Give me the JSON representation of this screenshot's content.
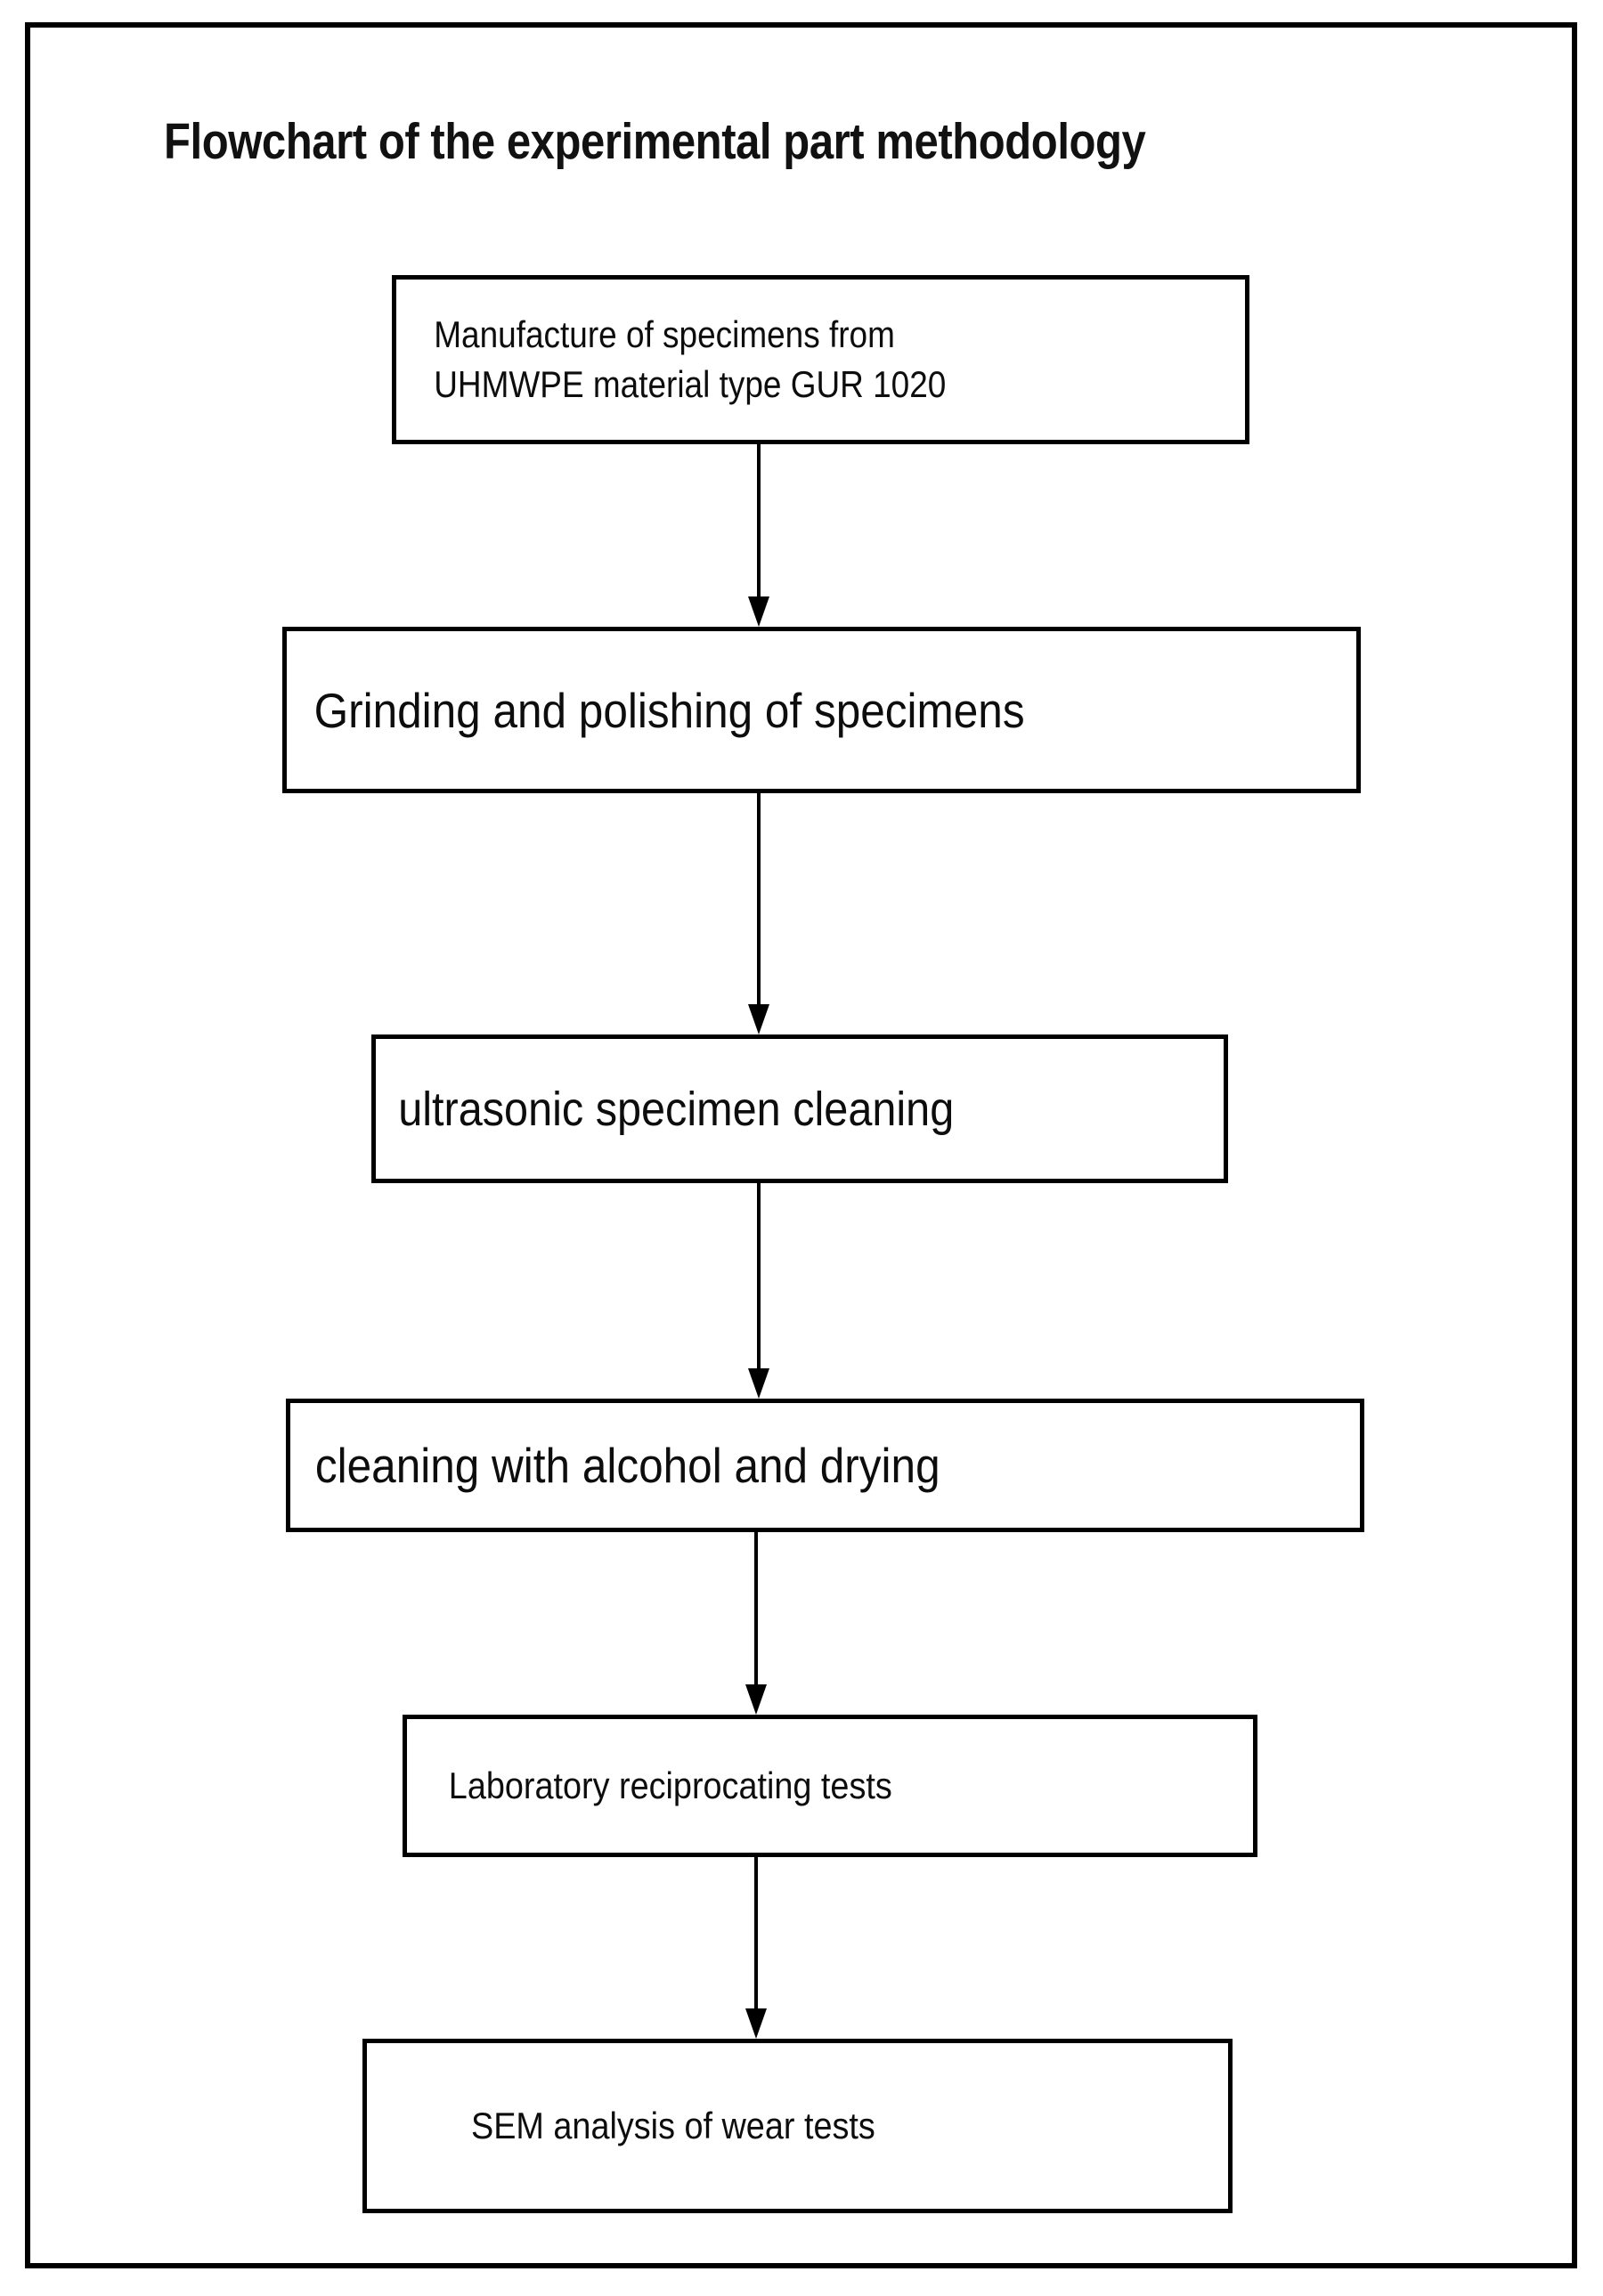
{
  "figure": {
    "title": "Flowchart of the experimental part methodology",
    "border_color": "#000000",
    "background_color": "#ffffff",
    "text_color": "#0d0d0d"
  },
  "chart_data": {
    "type": "diagram",
    "diagram_kind": "flowchart",
    "orientation": "vertical-top-to-bottom",
    "title": "Flowchart of the experimental part methodology",
    "nodes": [
      {
        "id": "n1",
        "order": 1,
        "label": "Manufacture of specimens from\nUHMWPE material type GUR 1020",
        "lines": [
          "Manufacture of specimens from",
          "UHMWPE material type GUR 1020"
        ],
        "shape": "rectangle",
        "align": "left"
      },
      {
        "id": "n2",
        "order": 2,
        "label": "Grinding and polishing of specimens",
        "lines": [
          "Grinding and polishing of specimens"
        ],
        "shape": "rectangle",
        "align": "left"
      },
      {
        "id": "n3",
        "order": 3,
        "label": "ultrasonic specimen cleaning",
        "lines": [
          "ultrasonic specimen cleaning"
        ],
        "shape": "rectangle",
        "align": "left"
      },
      {
        "id": "n4",
        "order": 4,
        "label": "cleaning with alcohol and drying",
        "lines": [
          "cleaning with alcohol and drying"
        ],
        "shape": "rectangle",
        "align": "left"
      },
      {
        "id": "n5",
        "order": 5,
        "label": "Laboratory reciprocating tests",
        "lines": [
          "Laboratory reciprocating tests"
        ],
        "shape": "rectangle",
        "align": "left"
      },
      {
        "id": "n6",
        "order": 6,
        "label": "SEM analysis of wear tests",
        "lines": [
          "SEM analysis of wear tests"
        ],
        "shape": "rectangle",
        "align": "center"
      }
    ],
    "edges": [
      {
        "id": "e1",
        "from": "n1",
        "to": "n2",
        "style": "solid-arrow"
      },
      {
        "id": "e2",
        "from": "n2",
        "to": "n3",
        "style": "solid-arrow"
      },
      {
        "id": "e3",
        "from": "n3",
        "to": "n4",
        "style": "solid-arrow"
      },
      {
        "id": "e4",
        "from": "n4",
        "to": "n5",
        "style": "solid-arrow"
      },
      {
        "id": "e5",
        "from": "n5",
        "to": "n6",
        "style": "solid-arrow"
      }
    ]
  }
}
